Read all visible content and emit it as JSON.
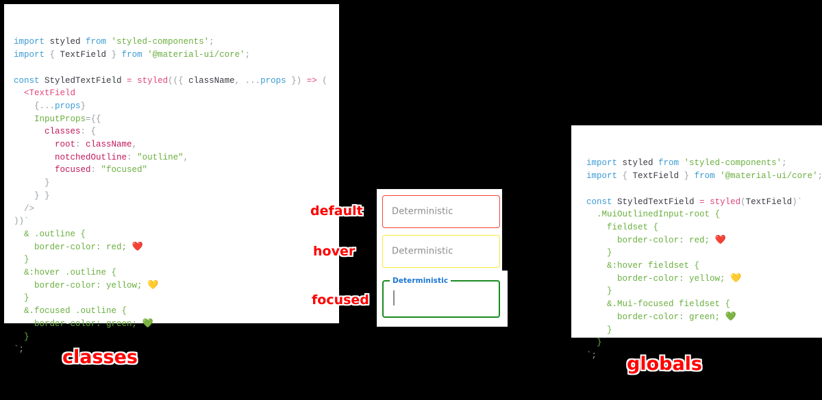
{
  "background_color": "#000000",
  "panels": {
    "classes": {
      "caption": "classes",
      "caption_color": "#ff0000",
      "code_lines": [
        {
          "tokens": [
            {
              "t": "import ",
              "c": "kw"
            },
            {
              "t": "styled",
              "c": "id"
            },
            {
              "t": " from ",
              "c": "kw"
            },
            {
              "t": "'styled-components'",
              "c": "str"
            },
            {
              "t": ";",
              "c": "punc"
            }
          ]
        },
        {
          "tokens": [
            {
              "t": "import ",
              "c": "kw"
            },
            {
              "t": "{",
              "c": "punc"
            },
            {
              "t": " TextField ",
              "c": "id"
            },
            {
              "t": "}",
              "c": "punc"
            },
            {
              "t": " from ",
              "c": "kw"
            },
            {
              "t": "'@material-ui/core'",
              "c": "str"
            },
            {
              "t": ";",
              "c": "punc"
            }
          ]
        },
        {
          "tokens": []
        },
        {
          "tokens": [
            {
              "t": "const ",
              "c": "kw"
            },
            {
              "t": "StyledTextField",
              "c": "id"
            },
            {
              "t": " = ",
              "c": "op"
            },
            {
              "t": "styled",
              "c": "fn"
            },
            {
              "t": "((",
              "c": "punc"
            },
            {
              "t": "{ ",
              "c": "punc"
            },
            {
              "t": "className",
              "c": "id"
            },
            {
              "t": ", ",
              "c": "punc"
            },
            {
              "t": "...",
              "c": "punc"
            },
            {
              "t": "props",
              "c": "var"
            },
            {
              "t": " }) ",
              "c": "punc"
            },
            {
              "t": "=> ",
              "c": "op"
            },
            {
              "t": "(",
              "c": "punc"
            }
          ]
        },
        {
          "tokens": [
            {
              "t": "  ",
              "c": "punc"
            },
            {
              "t": "<TextField",
              "c": "fn"
            }
          ]
        },
        {
          "tokens": [
            {
              "t": "    {",
              "c": "punc"
            },
            {
              "t": "...",
              "c": "punc"
            },
            {
              "t": "props",
              "c": "var"
            },
            {
              "t": "}",
              "c": "punc"
            }
          ]
        },
        {
          "tokens": [
            {
              "t": "    ",
              "c": "punc"
            },
            {
              "t": "InputProps",
              "c": "attr"
            },
            {
              "t": "={{",
              "c": "punc"
            }
          ]
        },
        {
          "tokens": [
            {
              "t": "      ",
              "c": "punc"
            },
            {
              "t": "classes",
              "c": "prop"
            },
            {
              "t": ": {",
              "c": "punc"
            }
          ]
        },
        {
          "tokens": [
            {
              "t": "        ",
              "c": "punc"
            },
            {
              "t": "root",
              "c": "prop"
            },
            {
              "t": ": ",
              "c": "punc"
            },
            {
              "t": "className",
              "c": "prop"
            },
            {
              "t": ",",
              "c": "punc"
            }
          ]
        },
        {
          "tokens": [
            {
              "t": "        ",
              "c": "punc"
            },
            {
              "t": "notchedOutline",
              "c": "prop"
            },
            {
              "t": ": ",
              "c": "punc"
            },
            {
              "t": "\"outline\"",
              "c": "str"
            },
            {
              "t": ",",
              "c": "punc"
            }
          ]
        },
        {
          "tokens": [
            {
              "t": "        ",
              "c": "punc"
            },
            {
              "t": "focused",
              "c": "prop"
            },
            {
              "t": ": ",
              "c": "punc"
            },
            {
              "t": "\"focused\"",
              "c": "str"
            }
          ]
        },
        {
          "tokens": [
            {
              "t": "      }",
              "c": "punc"
            }
          ]
        },
        {
          "tokens": [
            {
              "t": "    } }",
              "c": "punc"
            }
          ]
        },
        {
          "tokens": [
            {
              "t": "  />",
              "c": "punc"
            }
          ]
        },
        {
          "tokens": [
            {
              "t": "))`",
              "c": "punc"
            }
          ]
        },
        {
          "tokens": [
            {
              "t": "  & .outline {",
              "c": "tmpl"
            }
          ]
        },
        {
          "tokens": [
            {
              "t": "    border-color: red; ",
              "c": "tmpl"
            },
            {
              "t": "❤️",
              "c": "emoji"
            }
          ]
        },
        {
          "tokens": [
            {
              "t": "  }",
              "c": "tmpl"
            }
          ]
        },
        {
          "tokens": [
            {
              "t": "  &:hover .outline {",
              "c": "tmpl"
            }
          ]
        },
        {
          "tokens": [
            {
              "t": "    border-color: yellow; ",
              "c": "tmpl"
            },
            {
              "t": "💛",
              "c": "emoji"
            }
          ]
        },
        {
          "tokens": [
            {
              "t": "  }",
              "c": "tmpl"
            }
          ]
        },
        {
          "tokens": [
            {
              "t": "  &.focused .outline {",
              "c": "tmpl"
            }
          ]
        },
        {
          "tokens": [
            {
              "t": "    border-color: green; ",
              "c": "tmpl"
            },
            {
              "t": "💚",
              "c": "emoji"
            }
          ]
        },
        {
          "tokens": [
            {
              "t": "  }",
              "c": "tmpl"
            }
          ]
        },
        {
          "tokens": [
            {
              "t": "`;",
              "c": "punc"
            }
          ]
        }
      ]
    },
    "globals": {
      "caption": "globals",
      "caption_color": "#ff0000",
      "code_lines": [
        {
          "tokens": [
            {
              "t": "import ",
              "c": "kw"
            },
            {
              "t": "styled",
              "c": "id"
            },
            {
              "t": " from ",
              "c": "kw"
            },
            {
              "t": "'styled-components'",
              "c": "str"
            },
            {
              "t": ";",
              "c": "punc"
            }
          ]
        },
        {
          "tokens": [
            {
              "t": "import ",
              "c": "kw"
            },
            {
              "t": "{",
              "c": "punc"
            },
            {
              "t": " TextField ",
              "c": "id"
            },
            {
              "t": "}",
              "c": "punc"
            },
            {
              "t": " from ",
              "c": "kw"
            },
            {
              "t": "'@material-ui/core'",
              "c": "str"
            },
            {
              "t": ";",
              "c": "punc"
            }
          ]
        },
        {
          "tokens": []
        },
        {
          "tokens": [
            {
              "t": "const ",
              "c": "kw"
            },
            {
              "t": "StyledTextField",
              "c": "id"
            },
            {
              "t": " = ",
              "c": "op"
            },
            {
              "t": "styled",
              "c": "fn"
            },
            {
              "t": "(",
              "c": "punc"
            },
            {
              "t": "TextField",
              "c": "id"
            },
            {
              "t": ")`",
              "c": "punc"
            }
          ]
        },
        {
          "tokens": [
            {
              "t": "  .MuiOutlinedInput-root {",
              "c": "tmpl"
            }
          ]
        },
        {
          "tokens": [
            {
              "t": "    fieldset {",
              "c": "tmpl"
            }
          ]
        },
        {
          "tokens": [
            {
              "t": "      border-color: red; ",
              "c": "tmpl"
            },
            {
              "t": "❤️",
              "c": "emoji"
            }
          ]
        },
        {
          "tokens": [
            {
              "t": "    }",
              "c": "tmpl"
            }
          ]
        },
        {
          "tokens": [
            {
              "t": "    &:hover fieldset {",
              "c": "tmpl"
            }
          ]
        },
        {
          "tokens": [
            {
              "t": "      border-color: yellow; ",
              "c": "tmpl"
            },
            {
              "t": "💛",
              "c": "emoji"
            }
          ]
        },
        {
          "tokens": [
            {
              "t": "    }",
              "c": "tmpl"
            }
          ]
        },
        {
          "tokens": [
            {
              "t": "    &.Mui-focused fieldset {",
              "c": "tmpl"
            }
          ]
        },
        {
          "tokens": [
            {
              "t": "      border-color: green; ",
              "c": "tmpl"
            },
            {
              "t": "💚",
              "c": "emoji"
            }
          ]
        },
        {
          "tokens": [
            {
              "t": "    }",
              "c": "tmpl"
            }
          ]
        },
        {
          "tokens": [
            {
              "t": "  }",
              "c": "tmpl"
            }
          ]
        },
        {
          "tokens": [
            {
              "t": "`;",
              "c": "punc"
            }
          ]
        }
      ]
    }
  },
  "demo": {
    "state_captions": {
      "default": "default",
      "hover": "hover",
      "focused": "focused"
    },
    "fields": {
      "default": {
        "label": "Deterministic",
        "border_color": "#f44336",
        "label_color": "#8a8a8a"
      },
      "hover": {
        "label": "Deterministic",
        "border_color": "#f5e83a",
        "label_color": "#8a8a8a"
      },
      "focused": {
        "label": "Deterministic",
        "border_color": "#1a8a21",
        "label_color": "#1976d2",
        "value": ""
      }
    }
  }
}
